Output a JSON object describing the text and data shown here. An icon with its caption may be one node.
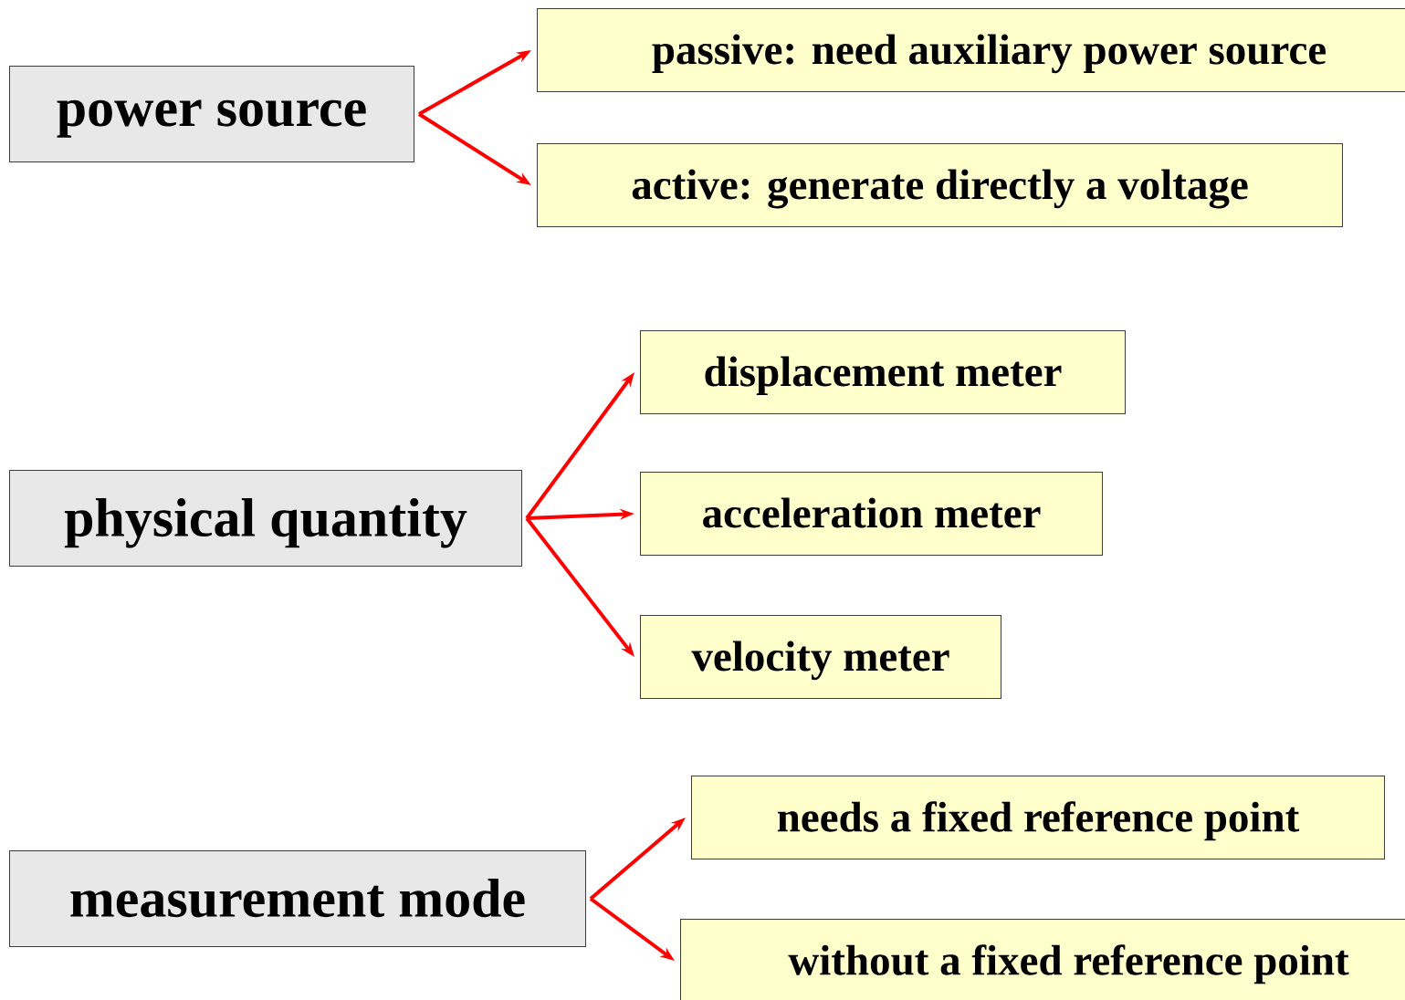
{
  "diagram": {
    "nodes": [
      {
        "text": [
          "power source"
        ]
      },
      {
        "text": [
          "passive: need auxiliary power source"
        ]
      },
      {
        "text": [
          "active: generate directly a voltage"
        ]
      },
      {
        "text": [
          "physical quantity"
        ]
      },
      {
        "text": [
          "displacement meter"
        ]
      },
      {
        "text": [
          "acceleration meter"
        ]
      },
      {
        "text": [
          "velocity meter"
        ]
      },
      {
        "text": [
          "measurement mode"
        ]
      },
      {
        "text": [
          "needs a fixed reference point"
        ]
      },
      {
        "text": [
          "without a fixed reference point"
        ]
      }
    ],
    "edges": [
      {
        "from": 0,
        "to": 1,
        "arrow": "to"
      },
      {
        "from": 0,
        "to": 2,
        "arrow": "to"
      },
      {
        "from": 3,
        "to": 4,
        "arrow": "to"
      },
      {
        "from": 3,
        "to": 5,
        "arrow": "to"
      },
      {
        "from": 3,
        "to": 6,
        "arrow": "to"
      },
      {
        "from": 7,
        "to": 8,
        "arrow": "to"
      },
      {
        "from": 7,
        "to": 9,
        "arrow": "to"
      }
    ]
  }
}
